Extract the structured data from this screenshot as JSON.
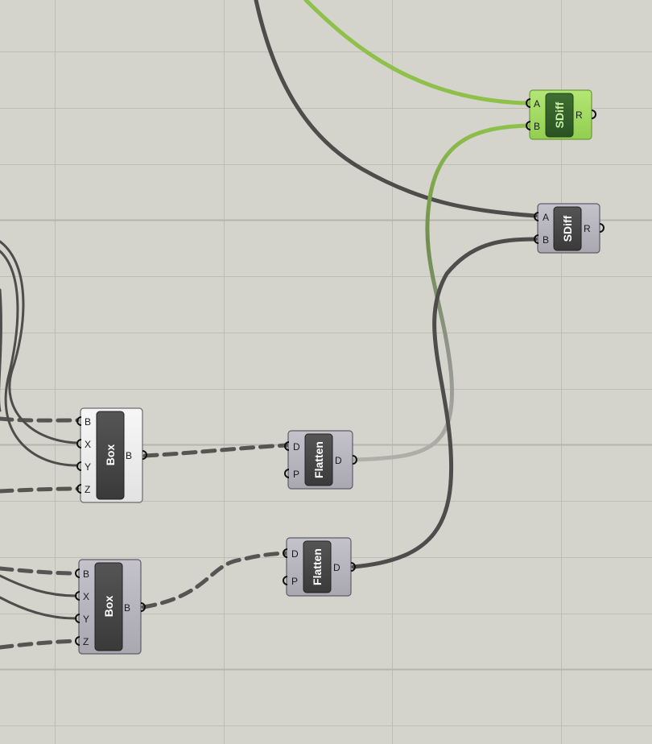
{
  "colors": {
    "canvas_background": "#d4d3cc",
    "grid_line": "#bdbcb5",
    "wire_default": "#4d4d4b",
    "wire_selected": "#8ec04a",
    "wire_faded": "#a9a9a4",
    "component_grey": "#b5b4bd",
    "component_white": "#efefef",
    "component_selected": "#a3dc62"
  },
  "components": {
    "sdiff_top": {
      "label": "SDiff",
      "inputs": [
        "A",
        "B"
      ],
      "output": "R",
      "state": "selected"
    },
    "sdiff_bottom": {
      "label": "SDiff",
      "inputs": [
        "A",
        "B"
      ],
      "output": "R",
      "state": "normal"
    },
    "box_top": {
      "label": "Box",
      "inputs": [
        "B",
        "X",
        "Y",
        "Z"
      ],
      "output": "B",
      "state": "preview-off"
    },
    "box_bottom": {
      "label": "Box",
      "inputs": [
        "B",
        "X",
        "Y",
        "Z"
      ],
      "output": "B",
      "state": "normal"
    },
    "flatten_top": {
      "label": "Flatten",
      "inputs": [
        "D",
        "P"
      ],
      "output": "D",
      "state": "normal"
    },
    "flatten_bottom": {
      "label": "Flatten",
      "inputs": [
        "D",
        "P"
      ],
      "output": "D",
      "state": "normal"
    }
  }
}
